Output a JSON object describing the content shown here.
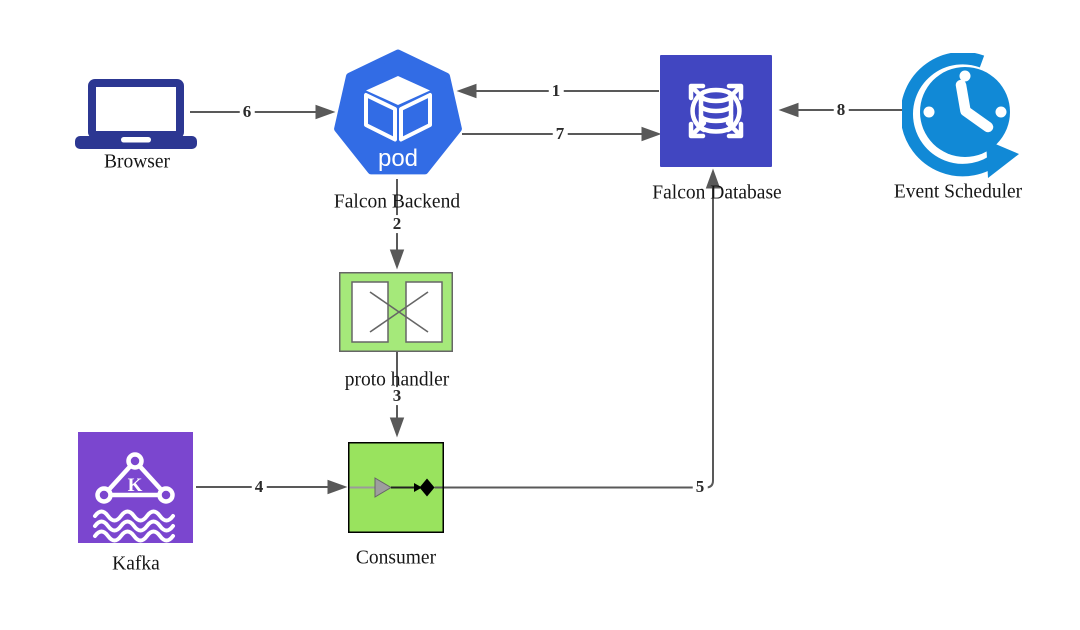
{
  "diagram": {
    "background": "#ffffff",
    "colors": {
      "arrow_gray": "#595959",
      "kubernetes_pod_blue": "#326ce5",
      "database_indigo": "#4146c1",
      "event_scheduler_blue": "#1189d6",
      "kafka_purple": "#7b46cf",
      "proto_handler_green": "#a5e97a",
      "consumer_green": "#99e35e",
      "laptop_navy": "#2c3792",
      "label_text": "#161616"
    },
    "nodes": {
      "browser": {
        "label": "Browser",
        "icon": "laptop-icon"
      },
      "backend": {
        "label": "Falcon Backend",
        "icon": "kubernetes-pod-icon",
        "badge": "pod"
      },
      "database": {
        "label": "Falcon Database",
        "icon": "database-scale-icon"
      },
      "scheduler": {
        "label": "Event Scheduler",
        "icon": "clock-refresh-icon"
      },
      "proto_handler": {
        "label": "proto handler",
        "icon": "crossed-component-icon"
      },
      "kafka": {
        "label": "Kafka",
        "icon": "kafka-cluster-icon",
        "letter": "K"
      },
      "consumer": {
        "label": "Consumer",
        "icon": "flow-consumer-icon"
      }
    },
    "edges": {
      "e1": {
        "label": "1",
        "from": "Falcon Database",
        "to": "Falcon Backend"
      },
      "e2": {
        "label": "2",
        "from": "Falcon Backend",
        "to": "proto handler"
      },
      "e3": {
        "label": "3",
        "from": "proto handler",
        "to": "Consumer"
      },
      "e4": {
        "label": "4",
        "from": "Kafka",
        "to": "Consumer"
      },
      "e5": {
        "label": "5",
        "from": "Consumer",
        "to": "Falcon Database"
      },
      "e6": {
        "label": "6",
        "from": "Browser",
        "to": "Falcon Backend"
      },
      "e7": {
        "label": "7",
        "from": "Falcon Backend",
        "to": "Falcon Database"
      },
      "e8": {
        "label": "8",
        "from": "Event Scheduler",
        "to": "Falcon Database"
      }
    }
  }
}
